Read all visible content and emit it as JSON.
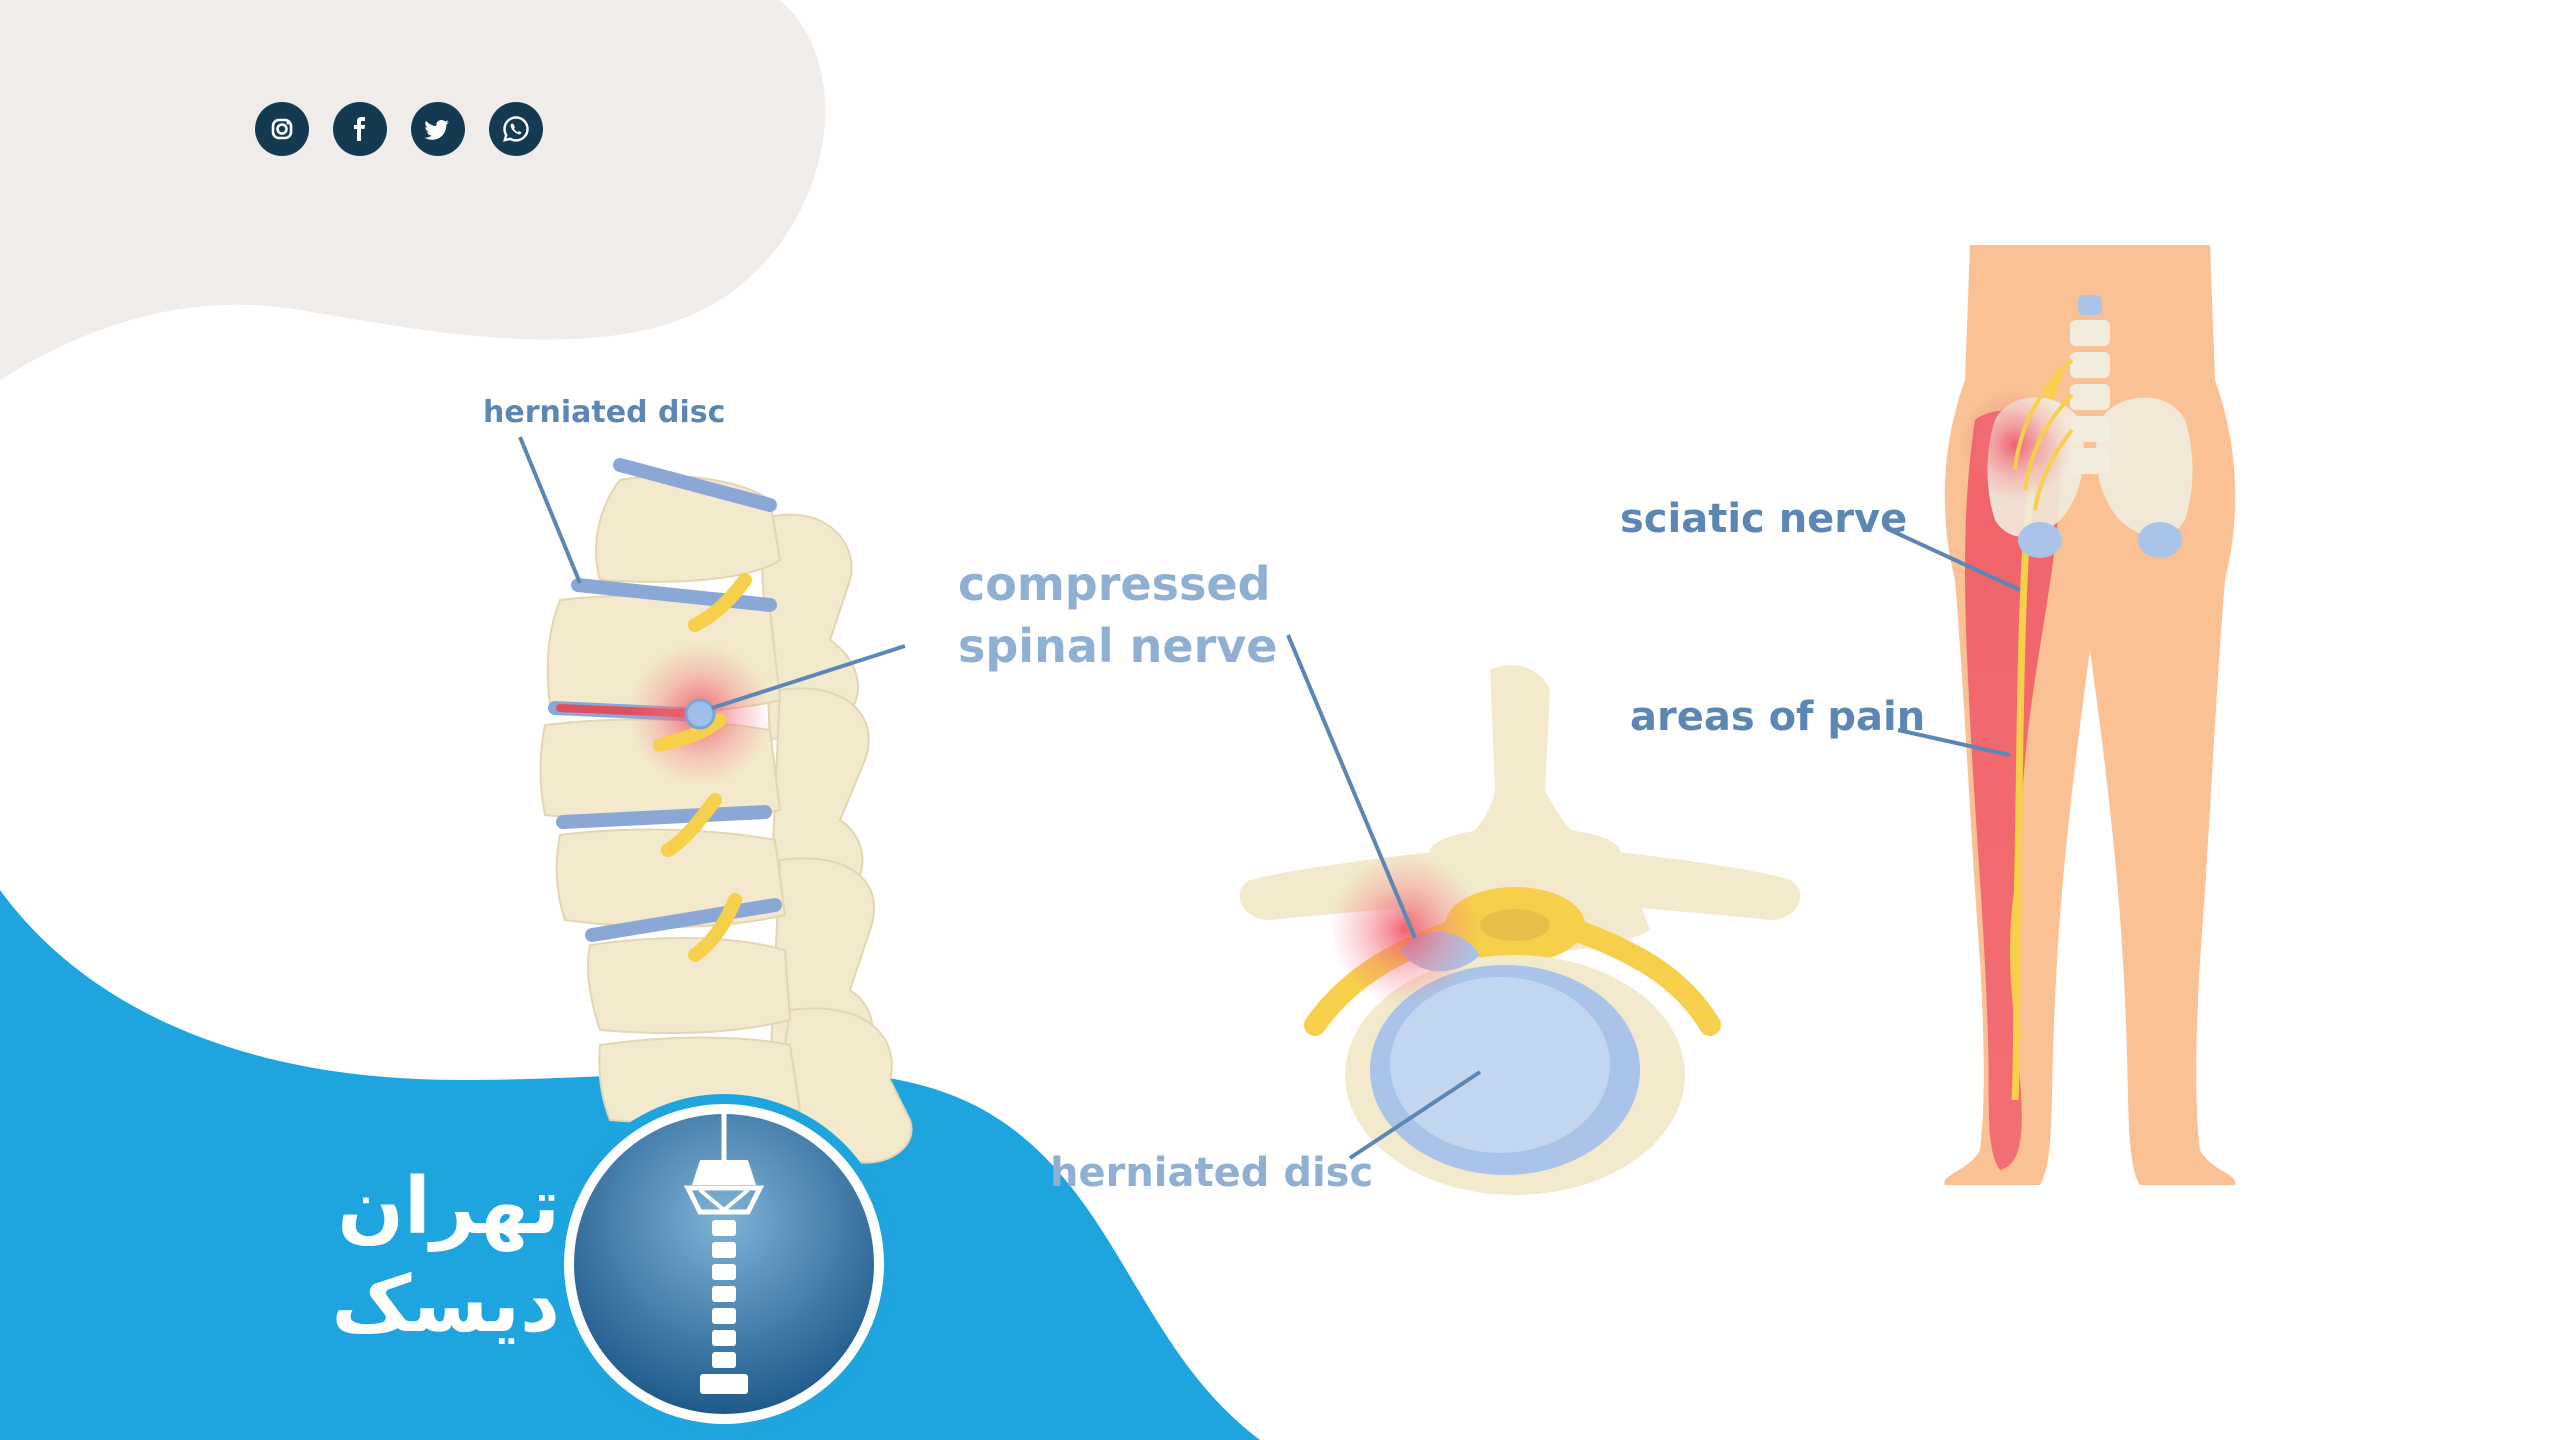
{
  "social": [
    {
      "name": "instagram-icon"
    },
    {
      "name": "facebook-icon"
    },
    {
      "name": "twitter-icon"
    },
    {
      "name": "whatsapp-icon"
    }
  ],
  "labels": {
    "herniated_disc_top": "herniated disc",
    "compressed_line1": "compressed",
    "compressed_line2": "spinal nerve",
    "herniated_disc_bottom": "herniated disc",
    "sciatic_nerve": "sciatic nerve",
    "areas_of_pain": "areas of pain"
  },
  "brand": {
    "line1": "تهران",
    "line2": "دیسک"
  },
  "colors": {
    "blue_bg": "#1ea4df",
    "grey_bg": "#efecea",
    "label_dark": "#5c87b4",
    "label_light": "#8fb0d3",
    "icon_bg": "#143a52",
    "bone": "#f3e9cc",
    "nerve": "#f6d04a",
    "disc": "#a9c4e8",
    "skin": "#f9c194",
    "pain": "#ef4b5c"
  }
}
